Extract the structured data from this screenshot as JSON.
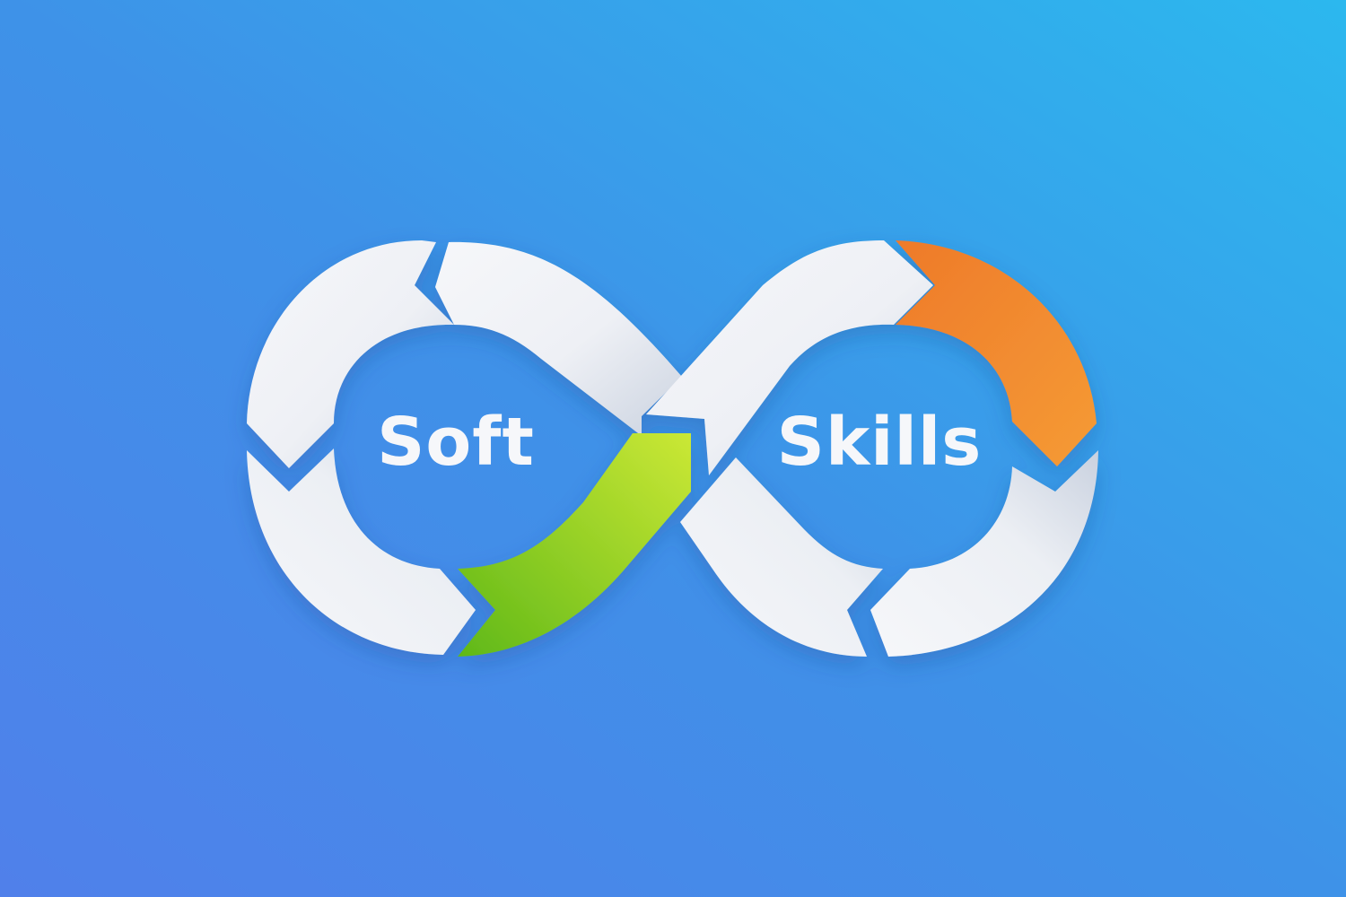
{
  "emblem": {
    "left_word": "Soft",
    "right_word": "Skills"
  },
  "colors": {
    "background_start": "#5080EA",
    "background_mid": "#3E92E8",
    "background_end": "#2CB8EE",
    "segment_light": "#F4F5F8",
    "segment_shade": "#C9D2E0",
    "accent_green_start": "#5FB818",
    "accent_green_end": "#CBE835",
    "accent_orange_start": "#EE7A2A",
    "accent_orange_end": "#F59B35",
    "text": "#F6F7FA"
  },
  "icons": {
    "left_loop": "infinity-left-loop",
    "right_loop": "infinity-right-loop",
    "arrow_green": "green-arrow-segment",
    "arrow_orange": "orange-arrow-segment"
  }
}
